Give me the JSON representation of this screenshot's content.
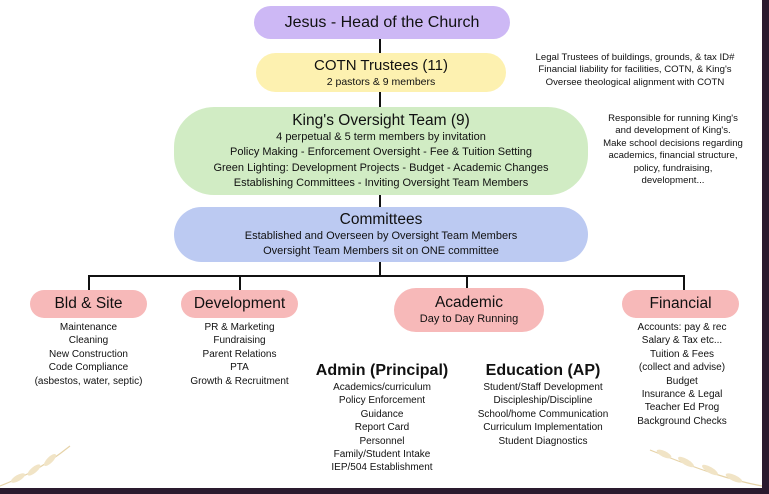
{
  "colors": {
    "purple": "#cdb8f5",
    "yellow": "#fdf1b0",
    "green": "#d1ecc4",
    "blue": "#bccaf2",
    "pink": "#f7b9b9"
  },
  "jesus": {
    "title": "Jesus - Head of the Church"
  },
  "trustees": {
    "title": "COTN Trustees (11)",
    "subtitle": "2 pastors & 9 members",
    "note": [
      "Legal Trustees of buildings, grounds, & tax ID#",
      "Financial liability for facilities, COTN, & King's",
      "Oversee theological alignment with COTN"
    ]
  },
  "oversight": {
    "title": "King's Oversight Team (9)",
    "lines": [
      "4 perpetual & 5 term members by invitation",
      "Policy Making - Enforcement Oversight - Fee & Tuition Setting",
      "Green Lighting:  Development Projects - Budget - Academic Changes",
      "Establishing Committees - Inviting Oversight Team Members"
    ],
    "note": [
      "Responsible for running King's",
      "and development of King's.",
      "Make school decisions regarding",
      "academics, financial structure,",
      "policy, fundraising,",
      "development..."
    ]
  },
  "committees": {
    "title": "Committees",
    "lines": [
      "Established and Overseen by Oversight Team Members",
      "Oversight Team Members sit on ONE committee"
    ]
  },
  "bld": {
    "title": "Bld & Site",
    "items": [
      "Maintenance",
      "Cleaning",
      "New Construction",
      "Code Compliance",
      "(asbestos, water, septic)"
    ]
  },
  "development": {
    "title": "Development",
    "items": [
      "PR & Marketing",
      "Fundraising",
      "Parent Relations",
      "PTA",
      "Growth & Recruitment"
    ]
  },
  "academic": {
    "title": "Academic",
    "subtitle": "Day to Day Running"
  },
  "admin": {
    "title": "Admin (Principal)",
    "items": [
      "Academics/curriculum",
      "Policy Enforcement",
      "Guidance",
      "Report Card",
      "Personnel",
      "Family/Student Intake",
      "IEP/504 Establishment"
    ]
  },
  "education": {
    "title": "Education (AP)",
    "items": [
      "Student/Staff Development",
      "Discipleship/Discipline",
      "School/home Communication",
      "Curriculum Implementation",
      "Student Diagnostics"
    ]
  },
  "financial": {
    "title": "Financial",
    "items": [
      "Accounts: pay & rec",
      "Salary & Tax etc...",
      "Tuition & Fees",
      "(collect and advise)",
      "Budget",
      "Insurance & Legal",
      "Teacher Ed Prog",
      "Background Checks"
    ]
  }
}
